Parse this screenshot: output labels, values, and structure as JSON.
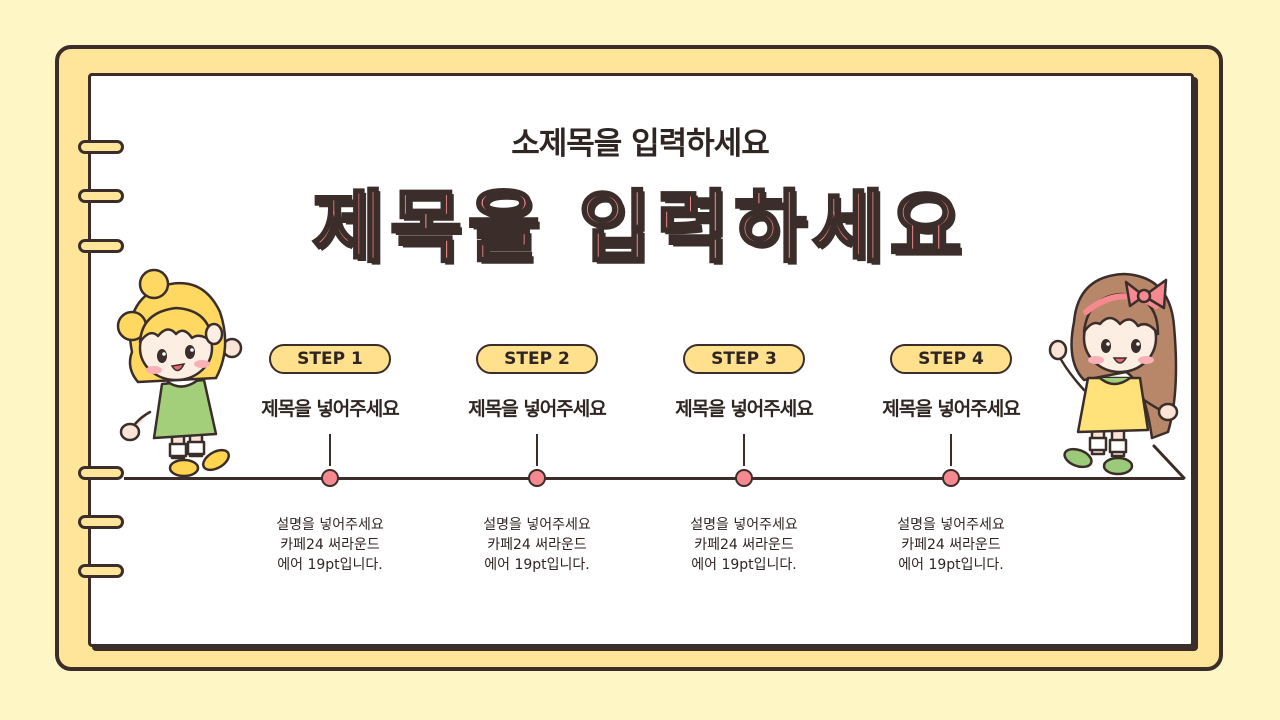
{
  "header": {
    "subtitle": "소제목을 입력하세요",
    "title": "제목을 입력하세요"
  },
  "steps": [
    {
      "badge": "STEP 1",
      "title": "제목을 넣어주세요",
      "desc_line1": "설명을 넣어주세요",
      "desc_line2": "카페24 써라운드",
      "desc_line3": "에어 19pt입니다."
    },
    {
      "badge": "STEP 2",
      "title": "제목을 넣어주세요",
      "desc_line1": "설명을 넣어주세요",
      "desc_line2": "카페24 써라운드",
      "desc_line3": "에어 19pt입니다."
    },
    {
      "badge": "STEP 3",
      "title": "제목을 넣어주세요",
      "desc_line1": "설명을 넣어주세요",
      "desc_line2": "카페24 써라운드",
      "desc_line3": "에어 19pt입니다."
    },
    {
      "badge": "STEP 4",
      "title": "제목을 넣어주세요",
      "desc_line1": "설명을 넣어주세요",
      "desc_line2": "카페24 써라운드",
      "desc_line3": "에어 19pt입니다."
    }
  ],
  "colors": {
    "background": "#FFF6C6",
    "frame": "#FFE59A",
    "title_pink": "#F6898F",
    "badge_yellow": "#FFE08C",
    "outline": "#3B2E2A"
  },
  "illustrations": {
    "left": "girl-blonde-green-dress-illustration",
    "right": "girl-brown-hair-yellow-dress-illustration"
  }
}
